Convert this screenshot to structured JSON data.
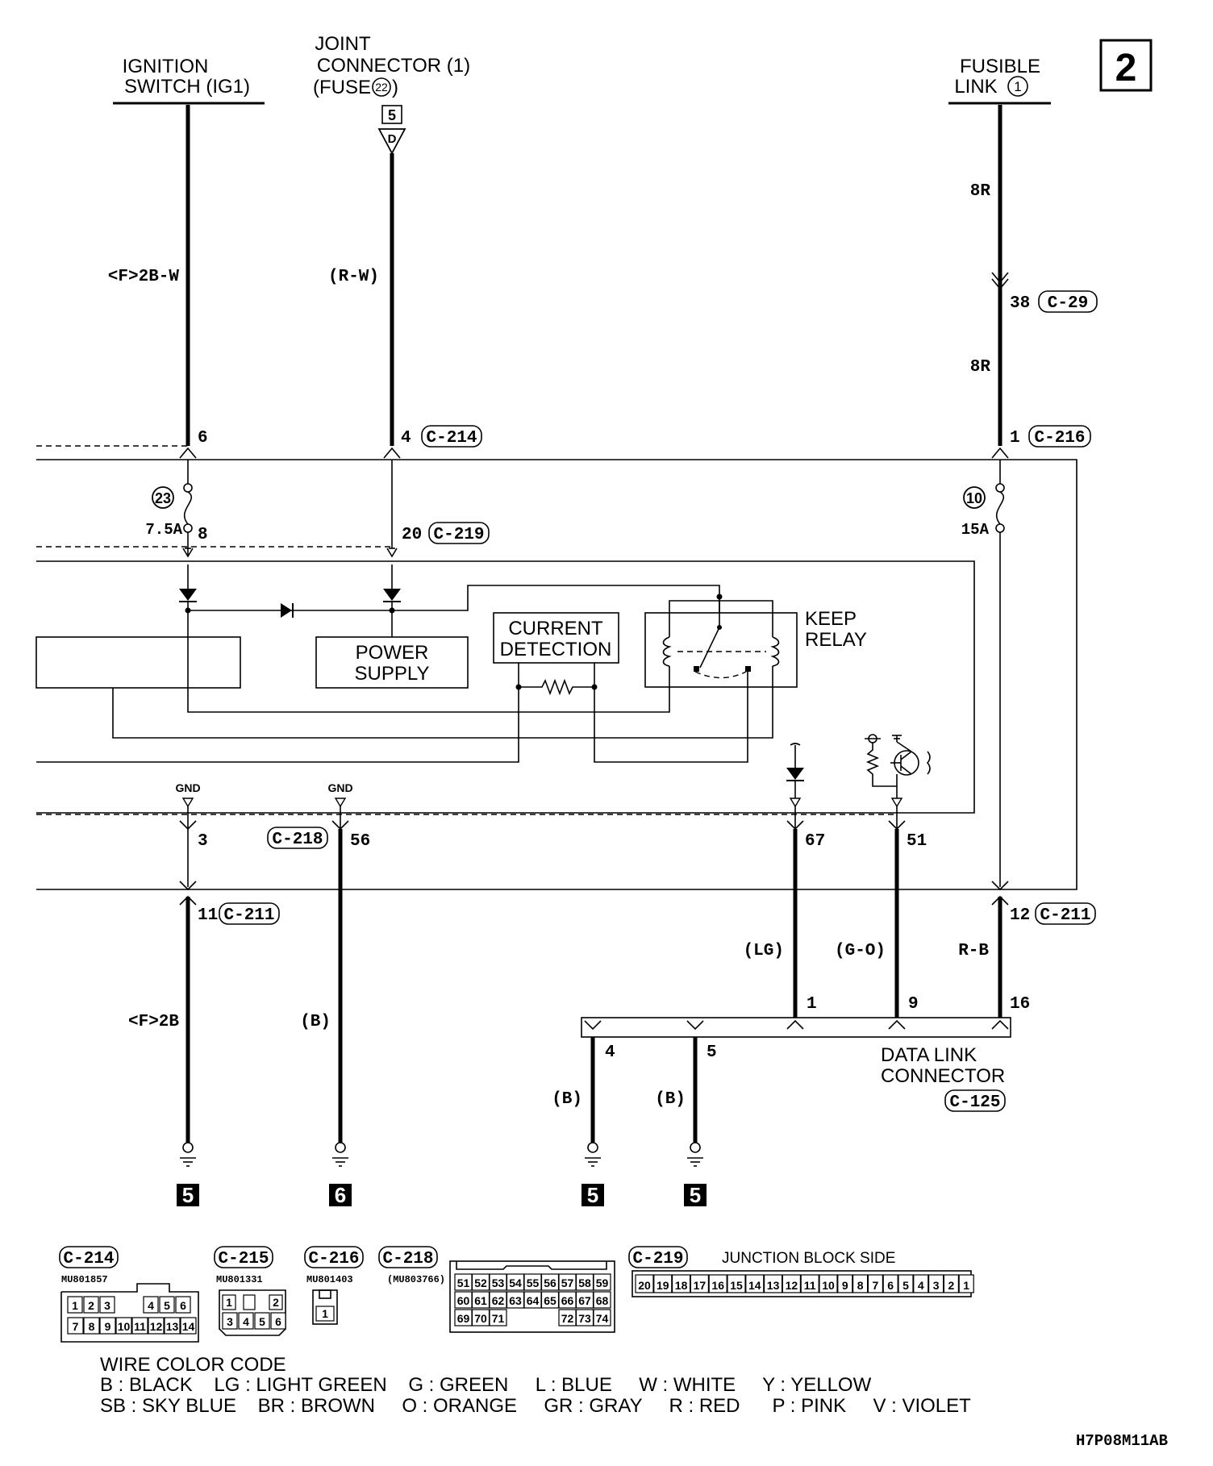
{
  "page_number": "2",
  "sources": {
    "ignition": [
      "IGNITION",
      "SWITCH (IG1)"
    ],
    "joint": [
      "JOINT",
      "CONNECTOR (1)",
      "(FUSE",
      "22",
      ")"
    ],
    "joint_tag": "5",
    "joint_tag_letter": "D",
    "fusible": [
      "FUSIBLE",
      "LINK",
      "1"
    ]
  },
  "wires": {
    "ig_color": "<F>2B-W",
    "joint_color": "(R-W)",
    "fusible_color_top": "8R",
    "fusible_color_mid": "8R",
    "fusible_pin_mid": "38",
    "fusible_conn_mid": "C-29",
    "gnd1_color": "<F>2B",
    "gnd2_color": "(B)",
    "lg_color": "(LG)",
    "go_color": "(G-O)",
    "rb_color": "R-B",
    "dlc4_color": "(B)",
    "dlc5_color": "(B)"
  },
  "pins": {
    "ig_top": "6",
    "joint_top": "4",
    "joint_top_conn": "C-214",
    "fus_top": "1",
    "fus_top_conn": "C-216",
    "fuse23": "23",
    "fuse23_rating": "7.5A",
    "fuse23_out": "8",
    "joint_out": "20",
    "joint_out_conn": "C-219",
    "fuse10": "10",
    "fuse10_rating": "15A",
    "gnd_label_a": "GND",
    "gnd_label_b": "GND",
    "gnd_a_pin": "3",
    "gnd_b_conn": "C-218",
    "gnd_b_pin": "56",
    "pin67": "67",
    "pin51": "51",
    "pin11": "11",
    "pin11_conn": "C-211",
    "pin12": "12",
    "pin12_conn": "C-211",
    "dlc_pin1": "1",
    "dlc_pin9": "9",
    "dlc_pin16": "16",
    "dlc_pin4": "4",
    "dlc_pin5": "5"
  },
  "blocks": {
    "power_supply": [
      "POWER",
      "SUPPLY"
    ],
    "current_detection": [
      "CURRENT",
      "DETECTION"
    ],
    "keep_relay": [
      "KEEP",
      "RELAY"
    ],
    "dlc": [
      "DATA LINK",
      "CONNECTOR"
    ],
    "dlc_conn": "C-125"
  },
  "grounds": [
    "5",
    "6",
    "5",
    "5"
  ],
  "connectors": {
    "c214": {
      "name": "C-214",
      "part": "MU801857",
      "row1": [
        "1",
        "2",
        "3",
        "",
        "4",
        "5",
        "6"
      ],
      "row2": [
        "7",
        "8",
        "9",
        "10",
        "11",
        "12",
        "13",
        "14"
      ]
    },
    "c215": {
      "name": "C-215",
      "part": "MU801331",
      "row1": [
        "1",
        "",
        "2"
      ],
      "row2": [
        "3",
        "4",
        "5",
        "6"
      ]
    },
    "c216": {
      "name": "C-216",
      "part": "MU801403",
      "pin": "1"
    },
    "c218": {
      "name": "C-218",
      "part": "(MU803766)",
      "row1": [
        "51",
        "52",
        "53",
        "54",
        "55",
        "56",
        "57",
        "58",
        "59"
      ],
      "row2": [
        "60",
        "61",
        "62",
        "63",
        "64",
        "65",
        "66",
        "67",
        "68"
      ],
      "row3": [
        "69",
        "70",
        "71",
        "72",
        "73",
        "74"
      ]
    },
    "c219": {
      "name": "C-219",
      "caption": "JUNCTION BLOCK SIDE",
      "pins": [
        "20",
        "19",
        "18",
        "17",
        "16",
        "15",
        "14",
        "13",
        "12",
        "11",
        "10",
        "9",
        "8",
        "7",
        "6",
        "5",
        "4",
        "3",
        "2",
        "1"
      ]
    }
  },
  "legend": {
    "title": "WIRE COLOR CODE",
    "line1": "B : BLACK    LG : LIGHT GREEN    G : GREEN     L : BLUE     W : WHITE     Y : YELLOW",
    "line2": "SB : SKY BLUE    BR : BROWN     O : ORANGE     GR : GRAY     R : RED      P : PINK     V : VIOLET"
  },
  "figure_code": "H7P08M11AB"
}
